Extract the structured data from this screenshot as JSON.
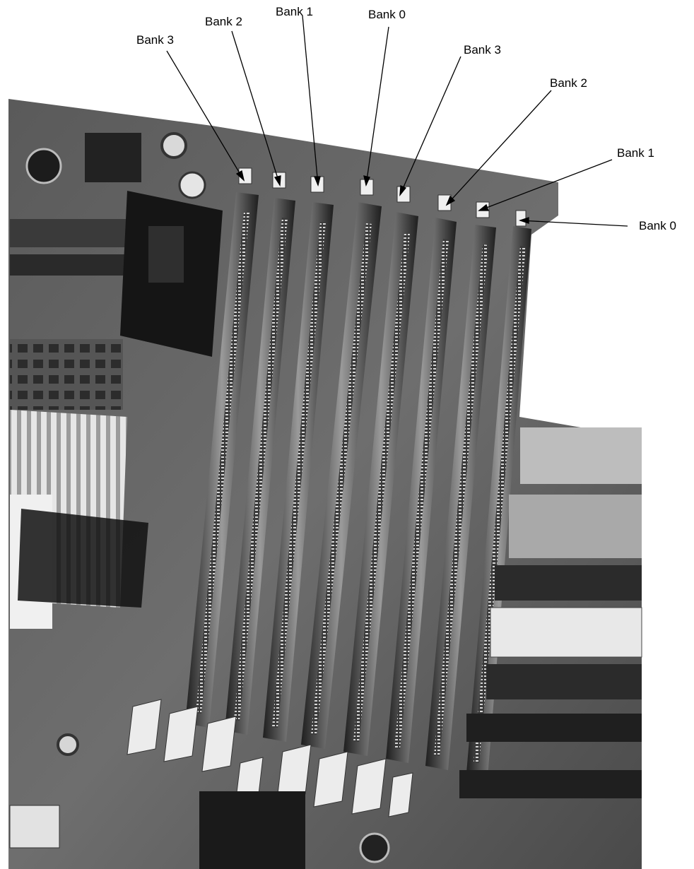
{
  "labels": {
    "left_bank3": "Bank 3",
    "left_bank2": "Bank 2",
    "left_bank1": "Bank 1",
    "left_bank0": "Bank 0",
    "right_bank3": "Bank 3",
    "right_bank2": "Bank 2",
    "right_bank1": "Bank 1",
    "right_bank0": "Bank 0"
  },
  "colors": {
    "photo_dark": "#2a2a2a",
    "photo_mid": "#7a7a7a",
    "photo_light": "#cfcfcf",
    "label_text": "#000000"
  }
}
